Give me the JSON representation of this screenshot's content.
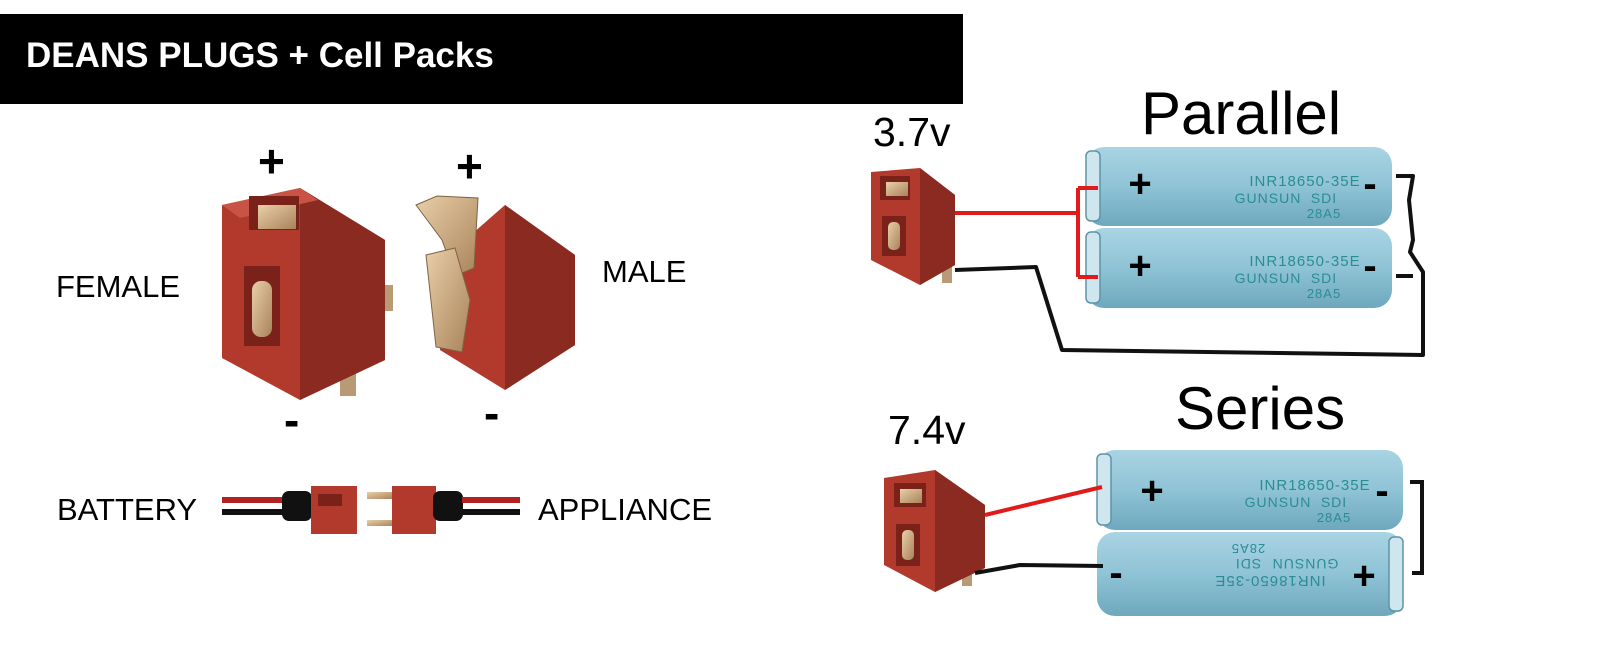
{
  "header": {
    "title": "DEANS PLUGS + Cell Packs"
  },
  "connectors": {
    "female_label": "FEMALE",
    "male_label": "MALE",
    "plus": "+",
    "minus": "-"
  },
  "cable": {
    "battery_label": "BATTERY",
    "appliance_label": "APPLIANCE"
  },
  "parallel": {
    "title": "Parallel",
    "voltage": "3.7v",
    "cells": [
      {
        "model": "INR18650-35E",
        "brand": "GUNSUN",
        "code": "SDI",
        "batch": "28A5",
        "pos_sign": "+",
        "neg_sign": "-"
      },
      {
        "model": "INR18650-35E",
        "brand": "GUNSUN",
        "code": "SDI",
        "batch": "28A5",
        "pos_sign": "+",
        "neg_sign": "-"
      }
    ]
  },
  "series": {
    "title": "Series",
    "voltage": "7.4v",
    "cells": [
      {
        "model": "INR18650-35E",
        "brand": "GUNSUN",
        "code": "SDI",
        "batch": "28A5",
        "pos_sign": "+",
        "neg_sign": "-"
      },
      {
        "model": "INR18650-35E",
        "brand": "GUNSUN",
        "code": "SDI",
        "batch": "28A5",
        "pos_sign": "+",
        "neg_sign": "-"
      }
    ]
  },
  "colors": {
    "plug_red": "#b23a2c",
    "plug_dark": "#8a2a20",
    "contact_brass": "#c9a57a",
    "cell_blue": "#8fc3d6",
    "cell_text": "#2b8c96",
    "wire_positive": "#e11b1b",
    "wire_negative": "#111111"
  }
}
